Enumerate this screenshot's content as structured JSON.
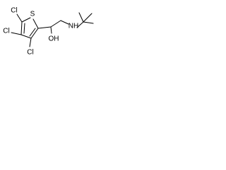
{
  "molecule": {
    "atoms": {
      "sulfur": "S",
      "chlorine_top": "Cl",
      "chlorine_left": "Cl",
      "chlorine_bottom": "Cl",
      "hydroxyl": "OH",
      "amine": "NH"
    },
    "colors": {
      "bonds": "#000000",
      "labels": "#000000",
      "background": "#ffffff"
    }
  }
}
